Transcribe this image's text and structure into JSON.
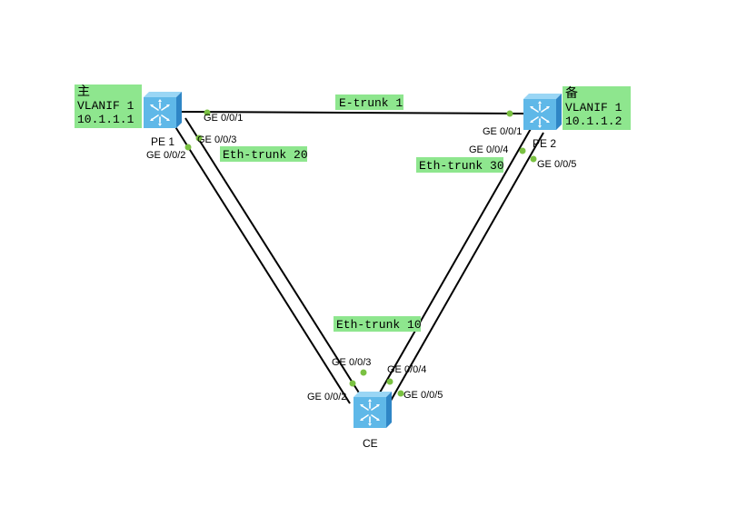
{
  "colors": {
    "label_bg": "#8ee68e",
    "link": "#000000",
    "port_dot": "#7ac142",
    "switch_face": "#5fb8e8",
    "switch_top": "#9ad6f5",
    "switch_side": "#2f86c6"
  },
  "devices": {
    "pe1": {
      "name": "PE 1",
      "icon": "switch-icon"
    },
    "pe2": {
      "name": "PE 2",
      "icon": "switch-icon"
    },
    "ce": {
      "name": "CE",
      "icon": "switch-icon"
    }
  },
  "vlanif": {
    "pe1": {
      "role": "主",
      "vlan": "VLANIF 1",
      "ip": "10.1.1.1"
    },
    "pe2": {
      "role": "备",
      "vlan": "VLANIF 1",
      "ip": "10.1.1.2"
    }
  },
  "trunks": {
    "e_trunk": "E-trunk 1",
    "eth20": "Eth-trunk 20",
    "eth30": "Eth-trunk 30",
    "eth10": "Eth-trunk 10"
  },
  "ports": {
    "pe1_g1": "GE 0/0/1",
    "pe1_g3": "GE 0/0/3",
    "pe1_g2": "GE 0/0/2",
    "pe2_g1": "GE 0/0/1",
    "pe2_g4": "GE 0/0/4",
    "pe2_g5": "GE 0/0/5",
    "ce_g3": "GE 0/0/3",
    "ce_g2": "GE 0/0/2",
    "ce_g4": "GE 0/0/4",
    "ce_g5": "GE 0/0/5"
  }
}
